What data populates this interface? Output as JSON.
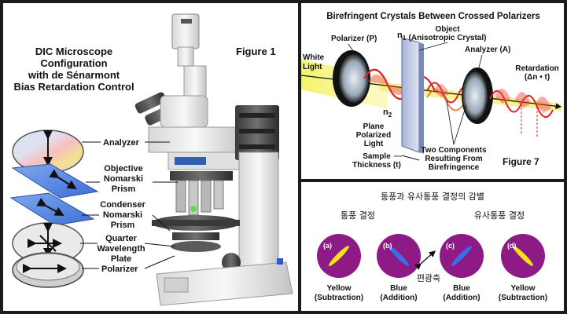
{
  "figure1": {
    "title_lines": [
      "DIC Microscope",
      "Configuration",
      "with de Sénarmont",
      "Bias Retardation Control"
    ],
    "figure_label": "Figure 1",
    "labels": {
      "analyzer": "Analyzer",
      "objective": [
        "Objective",
        "Nomarski",
        "Prism"
      ],
      "condenser": [
        "Condenser",
        "Nomarski",
        "Prism"
      ],
      "quarter": [
        "Quarter",
        "Wavelength",
        "Plate"
      ],
      "polarizer": "Polarizer"
    }
  },
  "figure7": {
    "title": "Birefringent Crystals Between Crossed Polarizers",
    "figure_label": "Figure 7",
    "labels": {
      "white_light": [
        "White",
        "Light"
      ],
      "polarizer": "Polarizer (P)",
      "n1": "n",
      "n1_sub": "1",
      "n2": "n",
      "n2_sub": "2",
      "object": [
        "Object",
        "(Anisotropic Crystal)"
      ],
      "analyzer": "Analyzer (A)",
      "retardation": [
        "Retardation",
        "(Δn • t)"
      ],
      "plane_polarized": [
        "Plane",
        "Polarized",
        "Light"
      ],
      "sample_thickness": [
        "Sample",
        "Thickness (t)"
      ],
      "two_components": [
        "Two Components",
        "Resulting From",
        "Birefringence"
      ]
    }
  },
  "extinction": {
    "title": "통풍과 유사통풍 결정의 감별",
    "left_header": "통풍 결정",
    "right_header": "유사통풍 결정",
    "axis_label": "편광축",
    "items": [
      {
        "letter": "(a)",
        "caption": [
          "Yellow",
          "(Subtraction)"
        ],
        "crystal_color": "#f2e21a"
      },
      {
        "letter": "(b)",
        "caption": [
          "Blue",
          "(Addition)"
        ],
        "crystal_color": "#3a6ee8"
      },
      {
        "letter": "(c)",
        "caption": [
          "Blue",
          "(Addition)"
        ],
        "crystal_color": "#3a6ee8"
      },
      {
        "letter": "(d)",
        "caption": [
          "Yellow",
          "(Subtraction)"
        ],
        "crystal_color": "#f2e21a"
      }
    ],
    "disc_color": "#8e1a86"
  }
}
